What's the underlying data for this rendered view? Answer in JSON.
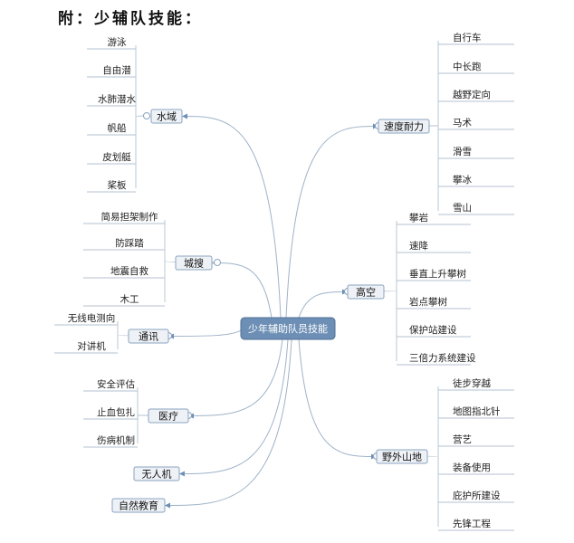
{
  "heading": "附：少辅队技能：",
  "root": "少年辅助队员技能",
  "branches": {
    "water": {
      "label": "水域",
      "items": [
        "游泳",
        "自由潜",
        "水肺潜水",
        "帆船",
        "皮划艇",
        "桨板"
      ]
    },
    "urban_search": {
      "label": "城搜",
      "items": [
        "简易担架制作",
        "防踩踏",
        "地震自救",
        "木工"
      ]
    },
    "comms": {
      "label": "通讯",
      "items": [
        "无线电测向",
        "对讲机"
      ]
    },
    "medical": {
      "label": "医疗",
      "items": [
        "安全评估",
        "止血包扎",
        "伤病机制"
      ]
    },
    "drone": {
      "label": "无人机",
      "items": []
    },
    "nature_edu": {
      "label": "自然教育",
      "items": []
    },
    "speed_endurance": {
      "label": "速度耐力",
      "items": [
        "自行车",
        "中长跑",
        "越野定向",
        "马术",
        "滑雪",
        "攀冰",
        "雪山"
      ]
    },
    "high_altitude": {
      "label": "高空",
      "items": [
        "攀岩",
        "速降",
        "垂直上升攀树",
        "岩点攀树",
        "保护站建设",
        "三倍力系统建设"
      ]
    },
    "wilderness": {
      "label": "野外山地",
      "items": [
        "徒步穿越",
        "地图指北针",
        "营艺",
        "装备使用",
        "庇护所建设",
        "先锋工程"
      ]
    }
  },
  "colors": {
    "root_fill": "#6d8fb5",
    "branch_fill": "#eef2f7",
    "line": "#9fb3c8"
  }
}
